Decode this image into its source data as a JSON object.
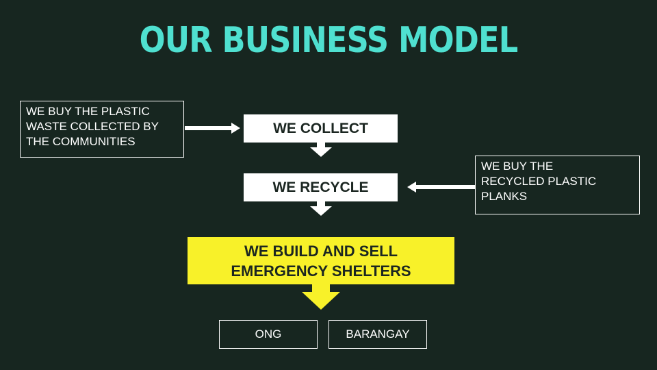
{
  "slide": {
    "title": "OUR BUSINESS MODEL",
    "notes": {
      "collect_source_lines": [
        "WE BUY THE PLASTIC",
        "WASTE COLLECTED BY",
        "THE COMMUNITIES"
      ],
      "recycle_buyer_lines": [
        "WE BUY THE",
        "RECYCLED PLASTIC",
        "PLANKS"
      ]
    },
    "steps": {
      "collect": "WE COLLECT",
      "recycle": "WE RECYCLE",
      "build_lines": [
        "WE BUILD AND SELL",
        "EMERGENCY SHELTERS"
      ]
    },
    "outcomes": [
      "ONG",
      "BARANGAY"
    ],
    "colors": {
      "background": "#172620",
      "title": "#4fe0d0",
      "highlight": "#f8f129",
      "box_fill": "#ffffff",
      "dark_text": "#1b2621"
    },
    "icons": [
      "arrow-right",
      "arrow-left",
      "arrow-down"
    ]
  }
}
